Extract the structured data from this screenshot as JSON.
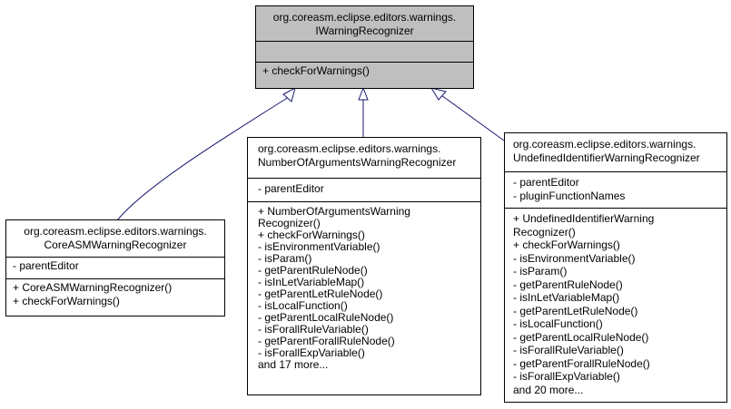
{
  "base_class": {
    "name_lines": [
      "org.coreasm.eclipse.editors.warnings.",
      "IWarningRecognizer"
    ],
    "attributes": [],
    "methods": [
      "+ checkForWarnings()"
    ]
  },
  "derived_classes": [
    {
      "name_lines": [
        "org.coreasm.eclipse.editors.warnings.",
        "CoreASMWarningRecognizer"
      ],
      "attributes": [
        "- parentEditor"
      ],
      "methods": [
        "+ CoreASMWarningRecognizer()",
        "+ checkForWarnings()"
      ]
    },
    {
      "name_lines": [
        "org.coreasm.eclipse.editors.warnings.",
        "NumberOfArgumentsWarningRecognizer"
      ],
      "attributes": [
        "- parentEditor"
      ],
      "methods": [
        "+ NumberOfArgumentsWarning",
        "Recognizer()",
        "+ checkForWarnings()",
        "- isEnvironmentVariable()",
        "- isParam()",
        "- getParentRuleNode()",
        "- isInLetVariableMap()",
        "- getParentLetRuleNode()",
        "- isLocalFunction()",
        "- getParentLocalRuleNode()",
        "- isForallRuleVariable()",
        "- getParentForallRuleNode()",
        "- isForallExpVariable()",
        "and 17 more..."
      ]
    },
    {
      "name_lines": [
        "org.coreasm.eclipse.editors.warnings.",
        "UndefinedIdentifierWarningRecognizer"
      ],
      "attributes": [
        "- parentEditor",
        "- pluginFunctionNames"
      ],
      "methods": [
        "+ UndefinedIdentifierWarning",
        "Recognizer()",
        "+ checkForWarnings()",
        "- isEnvironmentVariable()",
        "- isParam()",
        "- getParentRuleNode()",
        "- isInLetVariableMap()",
        "- getParentLetRuleNode()",
        "- isLocalFunction()",
        "- getParentLocalRuleNode()",
        "- isForallRuleVariable()",
        "- getParentForallRuleNode()",
        "- isForallExpVariable()",
        "and 20 more..."
      ]
    }
  ],
  "colors": {
    "base_fill": "#bfbfbf",
    "edge": "#191970",
    "border": "#000000"
  }
}
